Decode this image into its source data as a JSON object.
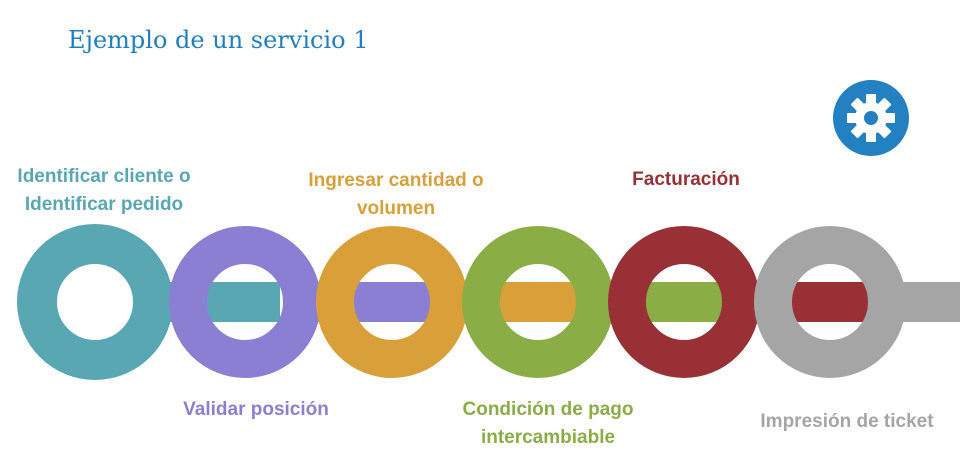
{
  "title": "Ejemplo de un servicio 1",
  "gear_color": "#2380c1",
  "steps": [
    {
      "label": "Identificar cliente o Identificar pedido",
      "lines": [
        "Identificar cliente o",
        "Identificar pedido"
      ],
      "color": "#5aa7b4"
    },
    {
      "label": "Validar posición",
      "lines": [
        "Validar posición"
      ],
      "color": "#8b7fd4"
    },
    {
      "label": "Ingresar cantidad o volumen",
      "lines": [
        "Ingresar cantidad o",
        "volumen"
      ],
      "color": "#d9a03a"
    },
    {
      "label": "Condición de pago intercambiable",
      "lines": [
        "Condición de pago",
        "intercambiable"
      ],
      "color": "#8bad46"
    },
    {
      "label": "Facturación",
      "lines": [
        "Facturación"
      ],
      "color": "#993036"
    },
    {
      "label": "Impresión de ticket",
      "lines": [
        "Impresión de ticket"
      ],
      "color": "#a5a5a5"
    }
  ]
}
